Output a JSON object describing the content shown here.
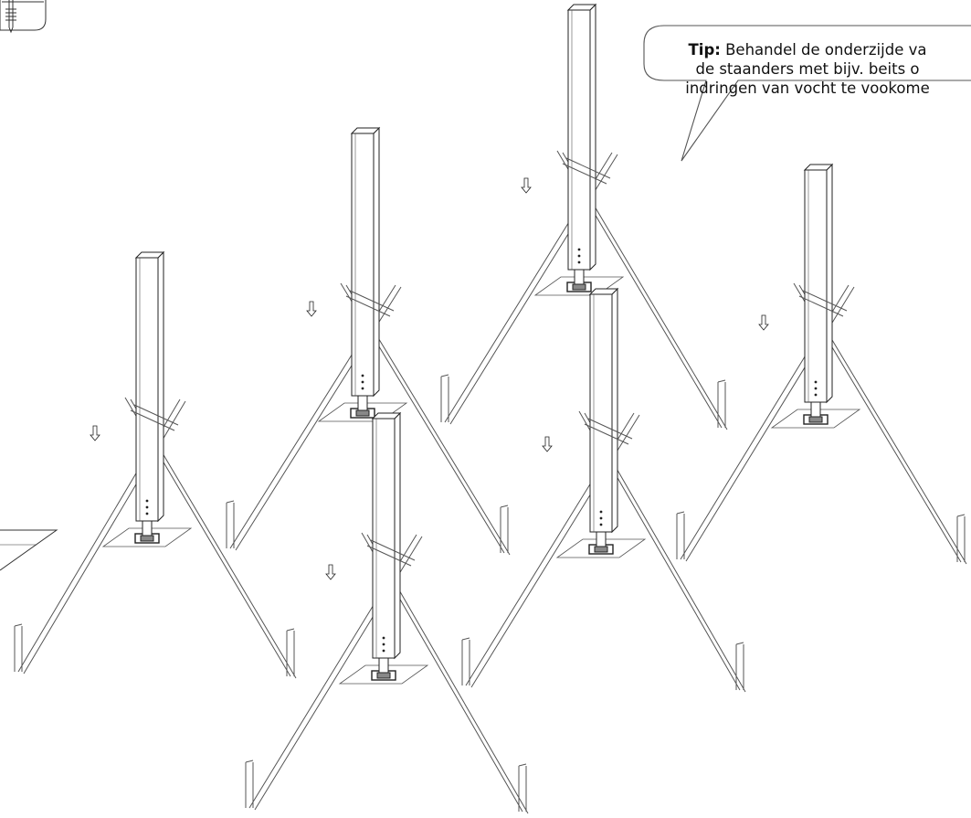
{
  "tip": {
    "label": "Tip:",
    "line1_rest": " Behandel de onderzijde va",
    "line2": "de staanders met bijv. beits o",
    "line3": "indringen van vocht te vookome"
  },
  "colors": {
    "line": "#222222",
    "light_line": "#555555",
    "background": "#ffffff"
  },
  "assemblies": [
    {
      "id": "assembly-1"
    },
    {
      "id": "assembly-2"
    },
    {
      "id": "assembly-3"
    },
    {
      "id": "assembly-4"
    },
    {
      "id": "assembly-5"
    },
    {
      "id": "assembly-6"
    }
  ]
}
